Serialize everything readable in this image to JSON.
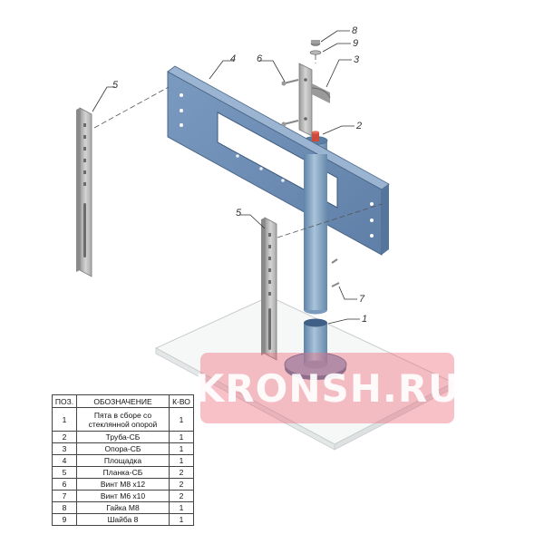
{
  "callouts": [
    {
      "id": "8",
      "label": "8"
    },
    {
      "id": "9",
      "label": "9"
    },
    {
      "id": "3",
      "label": "3"
    },
    {
      "id": "6",
      "label": "6"
    },
    {
      "id": "4",
      "label": "4"
    },
    {
      "id": "5a",
      "label": "5"
    },
    {
      "id": "2",
      "label": "2"
    },
    {
      "id": "5b",
      "label": "5"
    },
    {
      "id": "7",
      "label": "7"
    },
    {
      "id": "1",
      "label": "1"
    }
  ],
  "watermark": "KRONSH.RU",
  "table": {
    "headers": [
      "ПОЗ.",
      "ОБОЗНАЧЕНИЕ",
      "К-ВО"
    ],
    "rows": [
      {
        "pos": "1",
        "name": "Пята в сборе со стеклянной опорой",
        "qty": "1"
      },
      {
        "pos": "2",
        "name": "Труба-СБ",
        "qty": "1"
      },
      {
        "pos": "3",
        "name": "Опора-СБ",
        "qty": "1"
      },
      {
        "pos": "4",
        "name": "Площадка",
        "qty": "1"
      },
      {
        "pos": "5",
        "name": "Планка-СБ",
        "qty": "2"
      },
      {
        "pos": "6",
        "name": "Винт М8 х12",
        "qty": "2"
      },
      {
        "pos": "7",
        "name": "Винт М6 х10",
        "qty": "2"
      },
      {
        "pos": "8",
        "name": "Гайка М8",
        "qty": "1"
      },
      {
        "pos": "9",
        "name": "Шайба 8",
        "qty": "1"
      }
    ]
  },
  "colors": {
    "plate": "#6f8fb6",
    "tube": "#7d9fbe",
    "glass": "#f2f4f4",
    "metal": "#b6b6b6",
    "watermark": "#ee6c7c"
  }
}
